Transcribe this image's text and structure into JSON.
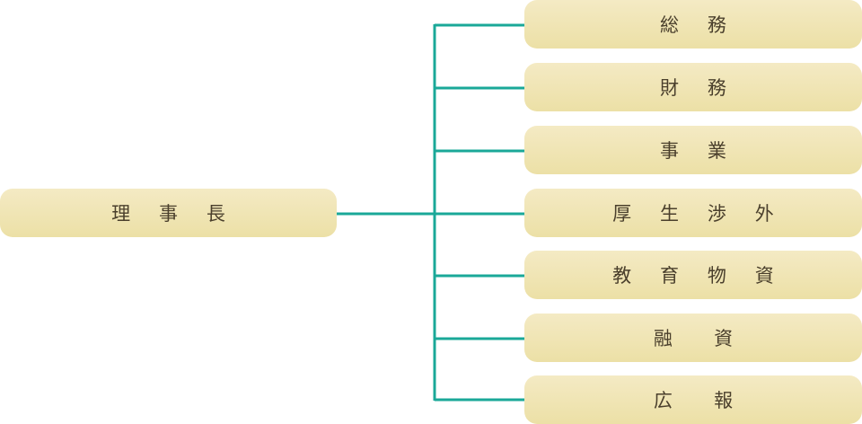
{
  "org_chart": {
    "root": {
      "label": "理 事 長"
    },
    "departments": [
      {
        "label": "総 務"
      },
      {
        "label": "財 務"
      },
      {
        "label": "事 業"
      },
      {
        "label": "厚 生 渉 外"
      },
      {
        "label": "教 育 物 資"
      },
      {
        "label": "融　資"
      },
      {
        "label": "広　報"
      }
    ],
    "connector_color": "#1aa898",
    "node_color_top": "#f4eac4",
    "node_color_bottom": "#ece0a6",
    "text_color": "#4a3f2c"
  }
}
